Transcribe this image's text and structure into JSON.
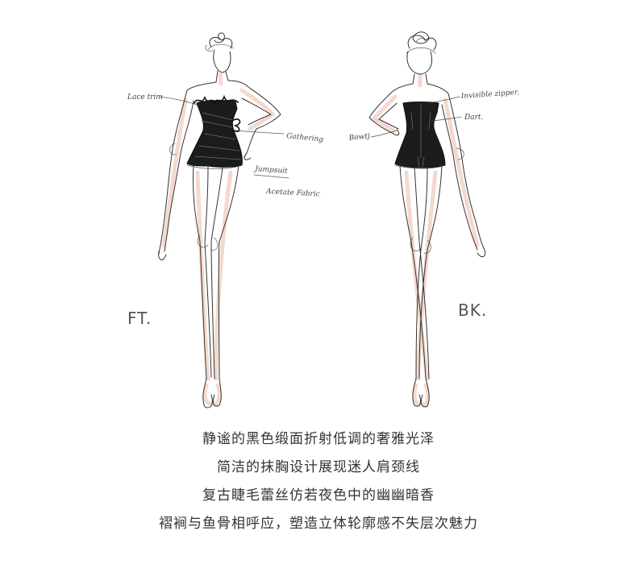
{
  "illustration": {
    "front": {
      "label": "FT.",
      "annotations": {
        "lace_trim": "Lace trim",
        "gathering": "Gathering",
        "jumpsuit": "Jumpsuit",
        "fabric": "Acetate Fabric"
      }
    },
    "back": {
      "label": "BK.",
      "annotations": {
        "zipper": "Invisible zipper.",
        "dart": "Dart.",
        "bow": "Bowtj"
      }
    }
  },
  "description": {
    "lines": [
      "静谧的黑色缎面折射低调的奢雅光泽",
      "简洁的抹胸设计展现迷人肩颈线",
      "复古睫毛蕾丝仿若夜色中的幽幽暗香",
      "褶裥与鱼骨相呼应，塑造立体轮廓感不失层次魅力"
    ]
  },
  "colors": {
    "sketch_line": "#333333",
    "skin_shade": "#f2d2c4",
    "dress": "#1c1c1c",
    "text": "#333333"
  }
}
